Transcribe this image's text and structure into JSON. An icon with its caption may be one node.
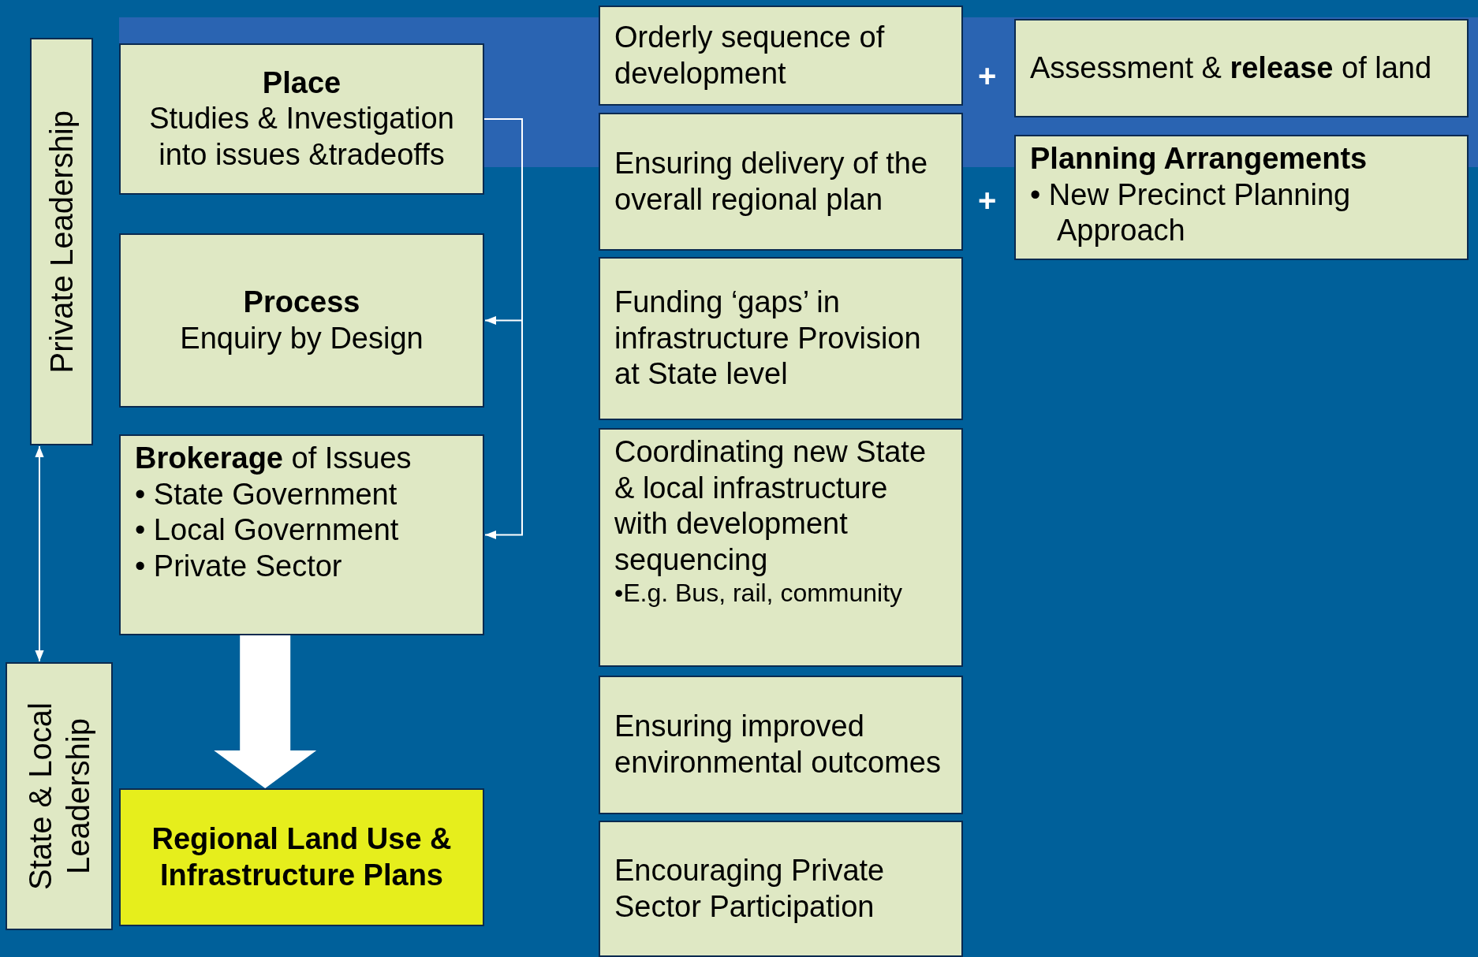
{
  "diagram": {
    "nodes": [
      {
        "text": [
          "Private Leadership"
        ]
      },
      {
        "text": [
          "Place",
          "Studies & Investigation into issues &tradeoffs"
        ]
      },
      {
        "text": [
          "Process",
          "Enquiry by Design"
        ]
      },
      {
        "text": [
          "**Brokerage** of Issues",
          "• State Government",
          "• Local Government",
          "• Private Sector"
        ]
      },
      {
        "text": [
          "State & Local Leadership"
        ]
      },
      {
        "text": [
          "Regional Land Use & Infrastructure Plans"
        ]
      },
      {
        "text": [
          "Orderly sequence of development"
        ]
      },
      {
        "text": [
          "Ensuring delivery of the overall regional plan"
        ]
      },
      {
        "text": [
          "Funding ‘gaps’ in infrastructure Provision at State level"
        ]
      },
      {
        "text": [
          "Coordinating new State & local infrastructure with development sequencing",
          "•E.g. Bus, rail, community"
        ]
      },
      {
        "text": [
          "Ensuring improved environmental outcomes"
        ]
      },
      {
        "text": [
          "Encouraging Private Sector Participation"
        ]
      },
      {
        "text": [
          "Assessment & **release** of land"
        ]
      },
      {
        "text": [
          "Planning Arrangements",
          "• New Precinct Planning Approach"
        ]
      }
    ],
    "edges": [
      {
        "from": 1,
        "to": 2,
        "arrow": "to"
      },
      {
        "from": 1,
        "to": 3,
        "arrow": "to"
      },
      {
        "from": 0,
        "to": 4,
        "arrow": "both"
      },
      {
        "from": 3,
        "to": 5,
        "arrow": "to",
        "style": "thick"
      }
    ],
    "labels": [
      "+",
      "+"
    ]
  }
}
